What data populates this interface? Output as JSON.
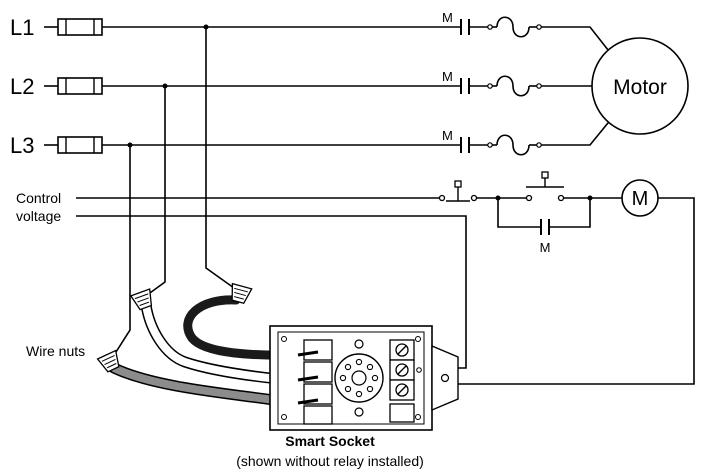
{
  "lines": [
    {
      "label": "L1"
    },
    {
      "label": "L2"
    },
    {
      "label": "L3"
    }
  ],
  "contacts": {
    "label": "M"
  },
  "motor": {
    "label": "Motor"
  },
  "control": {
    "label_line1": "Control",
    "label_line2": "voltage",
    "coil_label": "M",
    "seal_in_label": "M"
  },
  "wire_nuts": {
    "label": "Wire nuts"
  },
  "socket": {
    "title": "Smart Socket",
    "subtitle": "(shown without relay installed)"
  },
  "colors": {
    "line": "#000000",
    "black_wire": "#1a1a1a",
    "white_wire": "#ffffff",
    "gray_wire": "#8c8c8c"
  }
}
